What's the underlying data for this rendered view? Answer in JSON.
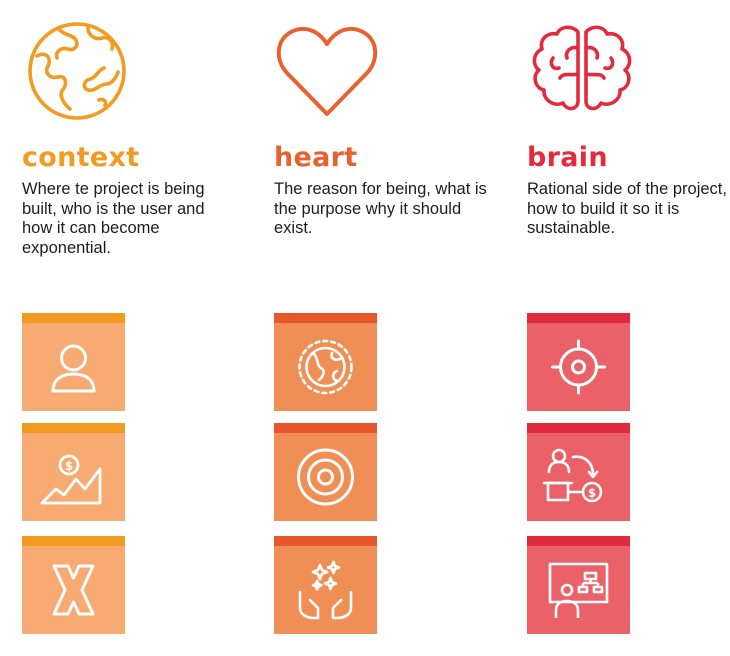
{
  "colors": {
    "context": "#f39a21",
    "heart": "#ea6131",
    "brain": "#e42a3d",
    "context_tile_top": "#f39a21",
    "context_tile_body": "#f7aa72",
    "heart_tile_top": "#e6582c",
    "heart_tile_body": "#ef8e55",
    "brain_tile_top": "#e02a3e",
    "brain_tile_body": "#ea6268"
  },
  "columns": [
    {
      "key": "context",
      "icon": "globe-icon",
      "title": "context",
      "description": "Where te project is being built, who is the user and how it can become exponential.",
      "tiles": [
        "user-icon",
        "growth-chart-icon",
        "exponential-x-icon"
      ]
    },
    {
      "key": "heart",
      "icon": "heart-icon",
      "title": "heart",
      "description": "The reason for being, what is the purpose why it should exist.",
      "tiles": [
        "sparkle-globe-icon",
        "target-icon",
        "hands-sparkles-icon"
      ]
    },
    {
      "key": "brain",
      "icon": "brain-icon",
      "title": "brain",
      "description": "Rational side of the project, how to build it so it is sustainable.",
      "tiles": [
        "crosshair-icon",
        "business-model-icon",
        "presentation-icon"
      ]
    }
  ]
}
